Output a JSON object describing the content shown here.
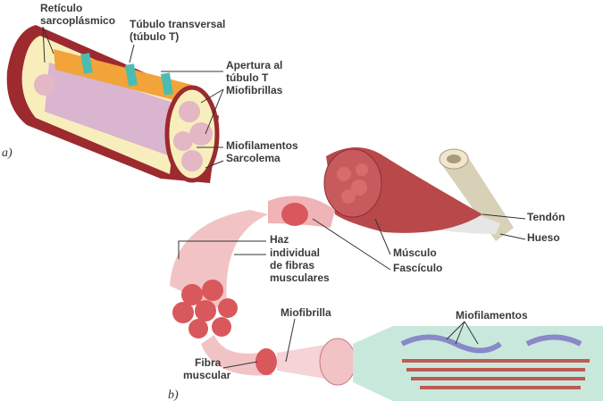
{
  "panel_a": {
    "marker": "a)",
    "labels": {
      "reticulo_1": "Retículo",
      "reticulo_2": "sarcoplásmico",
      "tubulo_1": "Túbulo transversal",
      "tubulo_2": "(túbulo T)",
      "apertura_1": "Apertura al",
      "apertura_2": "túbulo T",
      "miofibrillas": "Miofibrillas",
      "miofilamentos": "Miofilamentos",
      "sarcolema": "Sarcolema"
    }
  },
  "panel_b": {
    "marker": "b)",
    "labels": {
      "tendon": "Tendón",
      "hueso": "Hueso",
      "musculo": "Músculo",
      "fasciculo": "Fascículo",
      "haz_1": "Haz",
      "haz_2": "individual",
      "haz_3": "de fibras",
      "haz_4": "musculares",
      "miofibrilla": "Miofibrilla",
      "miofilamentos": "Miofilamentos",
      "fibra_1": "Fibra",
      "fibra_2": "muscular"
    }
  },
  "colors": {
    "sarcolemma": "#9c2a2e",
    "cytoplasm": "#f7eebc",
    "reticulum": "#f2a33a",
    "t_tubule": "#4bbdb0",
    "myofibril": "#e3b7c4",
    "muscle": "#b8484a",
    "tendon": "#d9d0b8",
    "filament_panel": "#c9e8dc"
  }
}
